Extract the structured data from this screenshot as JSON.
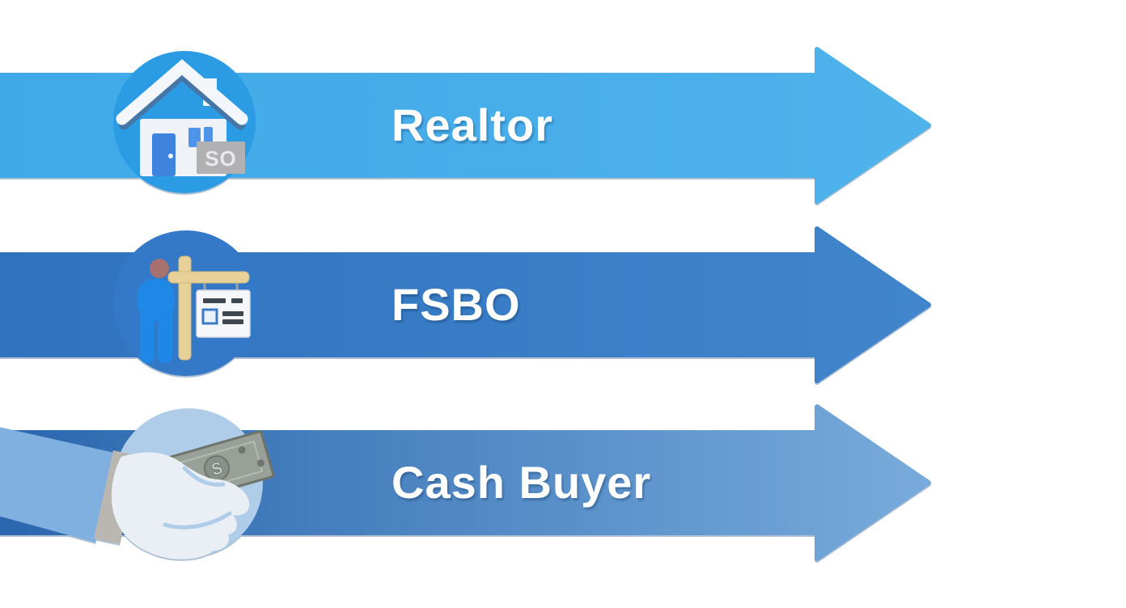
{
  "figure": {
    "background": "#FFFFFF",
    "type": "three-step right-arrow infographic",
    "row_count": "3"
  },
  "rows": [
    {
      "id": "realtor",
      "label": "Realtor",
      "icon": "house-sold-sign-icon",
      "house_sign_text": "SO",
      "colors": {
        "band_start": "#3FA9E8",
        "band_end": "#4FB2EB",
        "circle": "#2B9BE4",
        "label_text": "#FFFFFF"
      }
    },
    {
      "id": "fsbo",
      "label": "FSBO",
      "icon": "person-yard-sign-icon",
      "colors": {
        "band_start": "#2F72BE",
        "band_end": "#4186CC",
        "circle": "#3478C8",
        "label_text": "#FFFFFF"
      }
    },
    {
      "id": "cash-buyer",
      "label": "Cash Buyer",
      "icon": "hand-cash-icon",
      "bill_symbol": "$",
      "colors": {
        "band_start": "#2B66AE",
        "band_end": "#78ABDB",
        "circle": "#AFCDE9",
        "label_text": "#FFFFFF"
      }
    }
  ]
}
